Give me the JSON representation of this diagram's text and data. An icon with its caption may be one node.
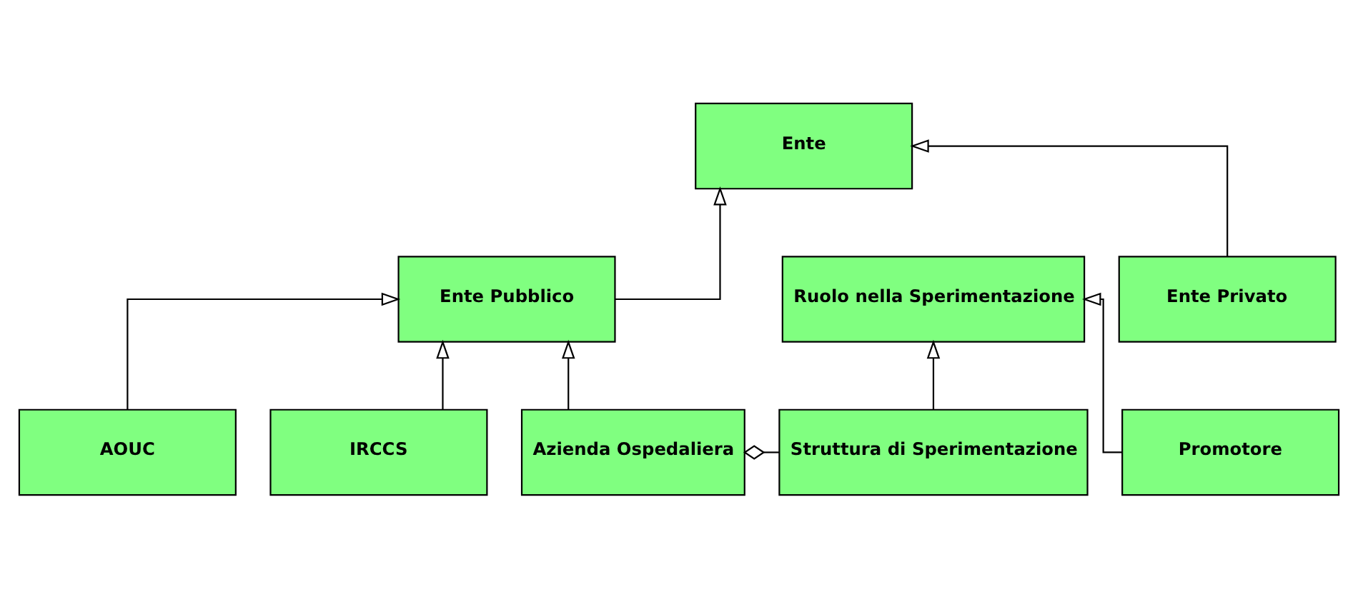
{
  "diagram": {
    "nodes": [
      {
        "text": [
          "Ente"
        ]
      },
      {
        "text": [
          "Ente Pubblico"
        ]
      },
      {
        "text": [
          "Ente Privato"
        ]
      },
      {
        "text": [
          "AOUC"
        ]
      },
      {
        "text": [
          "IRCCS"
        ]
      },
      {
        "text": [
          "Azienda Ospedaliera"
        ]
      },
      {
        "text": [
          "Ruolo nella Sperimentazione"
        ]
      },
      {
        "text": [
          "Promotore"
        ]
      },
      {
        "text": [
          "Struttura di Sperimentazione"
        ]
      }
    ],
    "edges": [
      {
        "from": 1,
        "to": 0,
        "arrow": "to"
      },
      {
        "from": 2,
        "to": 0,
        "arrow": "to"
      },
      {
        "from": 3,
        "to": 1,
        "arrow": "to"
      },
      {
        "from": 4,
        "to": 1,
        "arrow": "to"
      },
      {
        "from": 5,
        "to": 1,
        "arrow": "to"
      },
      {
        "from": 7,
        "to": 6,
        "arrow": "to"
      },
      {
        "from": 8,
        "to": 6,
        "arrow": "to"
      },
      {
        "from": 8,
        "to": 5,
        "arrow": "other"
      }
    ]
  }
}
